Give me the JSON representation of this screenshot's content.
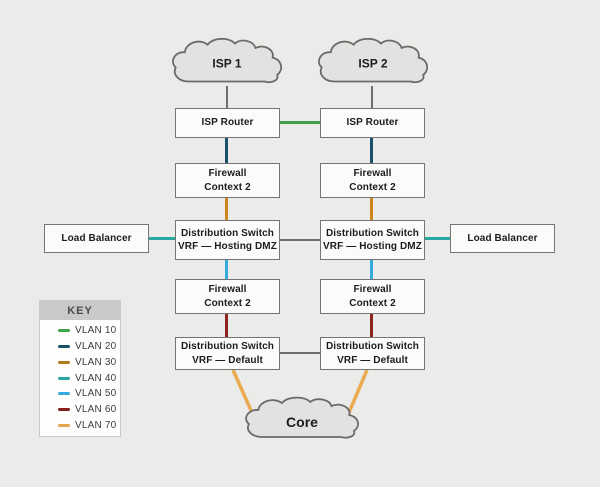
{
  "clouds": {
    "isp1": "ISP 1",
    "isp2": "ISP 2",
    "core": "Core"
  },
  "nodes": {
    "isp_router_left": {
      "line1": "ISP Router"
    },
    "isp_router_right": {
      "line1": "ISP Router"
    },
    "fw_top_left": {
      "line1": "Firewall",
      "line2": "Context 2"
    },
    "fw_top_right": {
      "line1": "Firewall",
      "line2": "Context 2"
    },
    "dist_dmz_left": {
      "line1": "Distribution Switch",
      "line2": "VRF — Hosting DMZ"
    },
    "dist_dmz_right": {
      "line1": "Distribution Switch",
      "line2": "VRF — Hosting DMZ"
    },
    "lb_left": {
      "line1": "Load Balancer"
    },
    "lb_right": {
      "line1": "Load Balancer"
    },
    "fw_bottom_left": {
      "line1": "Firewall",
      "line2": "Context 2"
    },
    "fw_bottom_right": {
      "line1": "Firewall",
      "line2": "Context 2"
    },
    "dist_def_left": {
      "line1": "Distribution Switch",
      "line2": "VRF — Default"
    },
    "dist_def_right": {
      "line1": "Distribution Switch",
      "line2": "VRF — Default"
    }
  },
  "colors": {
    "vlan10": "#3fa246",
    "vlan20": "#1a506a",
    "vlan30": "#cf851d",
    "vlan40": "#2aa7a0",
    "vlan50": "#35aadc",
    "vlan60": "#8e2420",
    "vlan70": "#e9aa50",
    "link": "#6e6e6c"
  },
  "key": {
    "title": "KEY",
    "items": [
      {
        "label": "VLAN 10",
        "color": "#3fa246"
      },
      {
        "label": "VLAN 20",
        "color": "#1a506a"
      },
      {
        "label": "VLAN 30",
        "color": "#b5791a"
      },
      {
        "label": "VLAN 40",
        "color": "#2aa7a0"
      },
      {
        "label": "VLAN 50",
        "color": "#35aadc"
      },
      {
        "label": "VLAN 60",
        "color": "#83201d"
      },
      {
        "label": "VLAN 70",
        "color": "#e3a74f"
      }
    ]
  }
}
